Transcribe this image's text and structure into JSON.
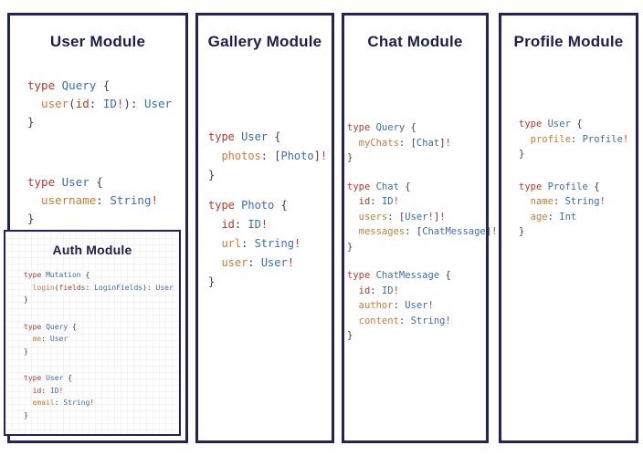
{
  "colors": {
    "navy": "#232355",
    "title": "#1d1d4e",
    "keyword": "#b43a2b",
    "typename": "#3a6cb3",
    "field": "#c87b38",
    "punct": "#3f3f3f",
    "bang": "#c13b2c"
  },
  "panels": [
    {
      "title": "User Module",
      "blocks": [
        [
          [
            [
              "type ",
              "k"
            ],
            [
              "Query ",
              "t"
            ],
            [
              "{",
              "p"
            ]
          ],
          [
            [
              "  user",
              "f"
            ],
            [
              "(",
              "p"
            ],
            [
              "id",
              "k"
            ],
            [
              ": ",
              "p"
            ],
            [
              "ID",
              "t"
            ],
            [
              "!",
              "b"
            ],
            [
              "): ",
              "p"
            ],
            [
              "User",
              "t"
            ]
          ],
          [
            [
              "}",
              "p"
            ]
          ]
        ],
        [
          [
            [
              "type ",
              "k"
            ],
            [
              "User ",
              "t"
            ],
            [
              "{",
              "p"
            ]
          ],
          [
            [
              "  username",
              "f"
            ],
            [
              ": ",
              "p"
            ],
            [
              "String",
              "t"
            ],
            [
              "!",
              "b"
            ]
          ],
          [
            [
              "}",
              "p"
            ]
          ]
        ]
      ]
    },
    {
      "title": "Gallery Module",
      "blocks": [
        [
          [
            [
              "type ",
              "k"
            ],
            [
              "User ",
              "t"
            ],
            [
              "{",
              "p"
            ]
          ],
          [
            [
              "  photos",
              "f"
            ],
            [
              ": ",
              "p"
            ],
            [
              "[",
              "p"
            ],
            [
              "Photo",
              "t"
            ],
            [
              "]",
              "p"
            ],
            [
              "!",
              "b"
            ]
          ],
          [
            [
              "}",
              "p"
            ]
          ]
        ],
        [
          [
            [
              "type ",
              "k"
            ],
            [
              "Photo ",
              "t"
            ],
            [
              "{",
              "p"
            ]
          ],
          [
            [
              "  id",
              "k"
            ],
            [
              ": ",
              "p"
            ],
            [
              "ID",
              "t"
            ],
            [
              "!",
              "b"
            ]
          ],
          [
            [
              "  url",
              "f"
            ],
            [
              ": ",
              "p"
            ],
            [
              "String",
              "t"
            ],
            [
              "!",
              "b"
            ]
          ],
          [
            [
              "  user",
              "f"
            ],
            [
              ": ",
              "p"
            ],
            [
              "User",
              "t"
            ],
            [
              "!",
              "b"
            ]
          ],
          [
            [
              "}",
              "p"
            ]
          ]
        ]
      ]
    },
    {
      "title": "Chat Module",
      "blocks": [
        [
          [
            [
              "type ",
              "k"
            ],
            [
              "Query ",
              "t"
            ],
            [
              "{",
              "p"
            ]
          ],
          [
            [
              "  myChats",
              "f"
            ],
            [
              ": ",
              "p"
            ],
            [
              "[",
              "p"
            ],
            [
              "Chat",
              "t"
            ],
            [
              "]",
              "p"
            ],
            [
              "!",
              "b"
            ]
          ],
          [
            [
              "}",
              "p"
            ]
          ]
        ],
        [
          [
            [
              "type ",
              "k"
            ],
            [
              "Chat ",
              "t"
            ],
            [
              "{",
              "p"
            ]
          ],
          [
            [
              "  id",
              "k"
            ],
            [
              ": ",
              "p"
            ],
            [
              "ID",
              "t"
            ],
            [
              "!",
              "b"
            ]
          ],
          [
            [
              "  users",
              "f"
            ],
            [
              ": ",
              "p"
            ],
            [
              "[",
              "p"
            ],
            [
              "User",
              "t"
            ],
            [
              "!",
              "b"
            ],
            [
              "]",
              "p"
            ],
            [
              "!",
              "b"
            ]
          ],
          [
            [
              "  messages",
              "f"
            ],
            [
              ": ",
              "p"
            ],
            [
              "[",
              "p"
            ],
            [
              "ChatMessage",
              "t"
            ],
            [
              "]",
              "p"
            ],
            [
              "!",
              "b"
            ]
          ],
          [
            [
              "}",
              "p"
            ]
          ]
        ],
        [
          [
            [
              "type ",
              "k"
            ],
            [
              "ChatMessage ",
              "t"
            ],
            [
              "{",
              "p"
            ]
          ],
          [
            [
              "  id",
              "k"
            ],
            [
              ": ",
              "p"
            ],
            [
              "ID",
              "t"
            ],
            [
              "!",
              "b"
            ]
          ],
          [
            [
              "  author",
              "f"
            ],
            [
              ": ",
              "p"
            ],
            [
              "User",
              "t"
            ],
            [
              "!",
              "b"
            ]
          ],
          [
            [
              "  content",
              "f"
            ],
            [
              ": ",
              "p"
            ],
            [
              "String",
              "t"
            ],
            [
              "!",
              "b"
            ]
          ],
          [
            [
              "}",
              "p"
            ]
          ]
        ]
      ]
    },
    {
      "title": "Profile Module",
      "blocks": [
        [
          [
            [
              "type ",
              "k"
            ],
            [
              "User ",
              "t"
            ],
            [
              "{",
              "p"
            ]
          ],
          [
            [
              "  profile",
              "f"
            ],
            [
              ": ",
              "p"
            ],
            [
              "Profile",
              "t"
            ],
            [
              "!",
              "b"
            ]
          ],
          [
            [
              "}",
              "p"
            ]
          ]
        ],
        [
          [
            [
              "type ",
              "k"
            ],
            [
              "Profile ",
              "t"
            ],
            [
              "{",
              "p"
            ]
          ],
          [
            [
              "  name",
              "f"
            ],
            [
              ": ",
              "p"
            ],
            [
              "String",
              "t"
            ],
            [
              "!",
              "b"
            ]
          ],
          [
            [
              "  age",
              "f"
            ],
            [
              ": ",
              "p"
            ],
            [
              "Int",
              "t"
            ]
          ],
          [
            [
              "}",
              "p"
            ]
          ]
        ]
      ]
    }
  ],
  "auth": {
    "title": "Auth Module",
    "blocks": [
      [
        [
          [
            "type ",
            "k"
          ],
          [
            "Mutation ",
            "t"
          ],
          [
            "{",
            "p"
          ]
        ],
        [
          [
            "  login",
            "f"
          ],
          [
            "(",
            "p"
          ],
          [
            "fields",
            "k"
          ],
          [
            ": ",
            "p"
          ],
          [
            "LoginFields",
            "t"
          ],
          [
            "): ",
            "p"
          ],
          [
            "User",
            "t"
          ]
        ],
        [
          [
            "}",
            "p"
          ]
        ]
      ],
      [
        [
          [
            "type ",
            "k"
          ],
          [
            "Query ",
            "t"
          ],
          [
            "{",
            "p"
          ]
        ],
        [
          [
            "  me",
            "f"
          ],
          [
            ": ",
            "p"
          ],
          [
            "User",
            "t"
          ]
        ],
        [
          [
            "}",
            "p"
          ]
        ]
      ],
      [
        [
          [
            "type ",
            "k"
          ],
          [
            "User ",
            "t"
          ],
          [
            "{",
            "p"
          ]
        ],
        [
          [
            "  id",
            "k"
          ],
          [
            ": ",
            "p"
          ],
          [
            "ID",
            "t"
          ],
          [
            "!",
            "b"
          ]
        ],
        [
          [
            "  email",
            "f"
          ],
          [
            ": ",
            "p"
          ],
          [
            "String",
            "t"
          ],
          [
            "!",
            "b"
          ]
        ],
        [
          [
            "}",
            "p"
          ]
        ]
      ]
    ]
  }
}
